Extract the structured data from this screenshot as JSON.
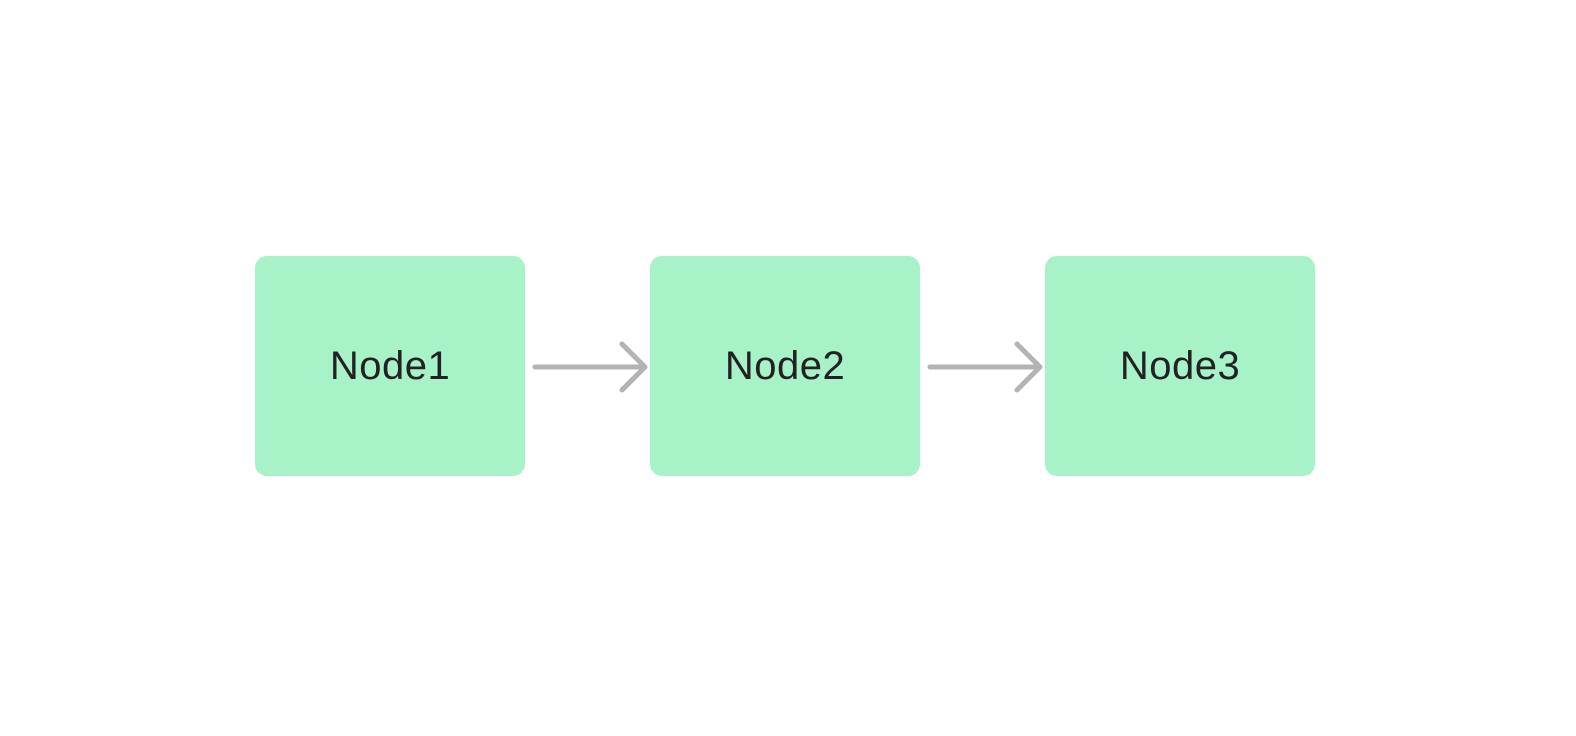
{
  "diagram": {
    "type": "flowchart",
    "direction": "left-to-right",
    "nodes": [
      {
        "id": "node1",
        "label": "Node1"
      },
      {
        "id": "node2",
        "label": "Node2"
      },
      {
        "id": "node3",
        "label": "Node3"
      }
    ],
    "edges": [
      {
        "from": "node1",
        "to": "node2",
        "style": "arrow-right"
      },
      {
        "from": "node2",
        "to": "node3",
        "style": "arrow-right"
      }
    ],
    "colors": {
      "node_fill": "#a8f2c8",
      "node_text": "#222222",
      "arrow": "#b3b3b3",
      "background": "#ffffff"
    }
  }
}
